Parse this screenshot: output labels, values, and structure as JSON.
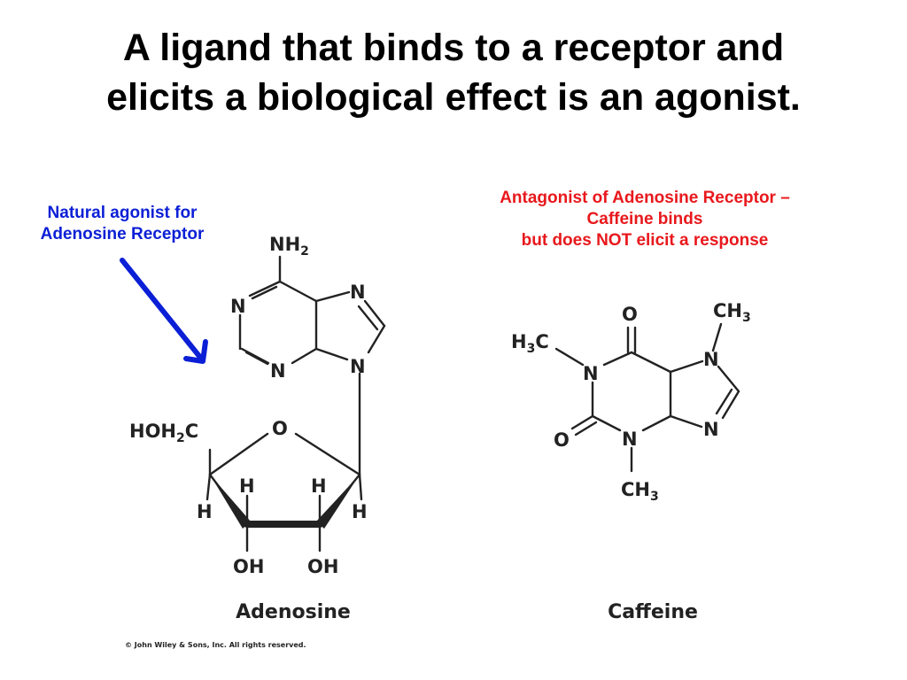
{
  "title": {
    "line1": "A ligand that binds to a receptor and",
    "line2": "elicits a biological effect is an agonist."
  },
  "agonist_note": {
    "line1": "Natural agonist for",
    "line2": "Adenosine Receptor",
    "color": "#0b1fd6"
  },
  "antagonist_note": {
    "line1": "Antagonist of Adenosine Receptor –",
    "line2": "Caffeine binds",
    "line3": "but does NOT elicit a response",
    "color": "#e8181c"
  },
  "arrow_color": "#0b1fd6",
  "adenosine": {
    "name": "Adenosine",
    "amine": {
      "main": "NH",
      "sub": "2"
    },
    "n1": "N",
    "n3": "N",
    "n7": "N",
    "n9": "N",
    "hydroxymethyl": {
      "p1": "HOH",
      "sub": "2",
      "p2": "C"
    },
    "ring_o": "O",
    "h_upper_left": "H",
    "h_upper_right": "H",
    "h_left": "H",
    "h_right": "H",
    "oh_left": "OH",
    "oh_right": "OH"
  },
  "caffeine": {
    "name": "Caffeine",
    "o_top": "O",
    "o_left": "O",
    "methyl_left": {
      "p1": "H",
      "sub": "3",
      "p2": "C"
    },
    "methyl_top": {
      "p1": "CH",
      "sub": "3"
    },
    "methyl_bottom": {
      "p1": "CH",
      "sub": "3"
    },
    "n1": "N",
    "n3": "N",
    "n7": "N",
    "n9": "N"
  },
  "copyright": "© John Wiley & Sons, Inc. All rights reserved."
}
